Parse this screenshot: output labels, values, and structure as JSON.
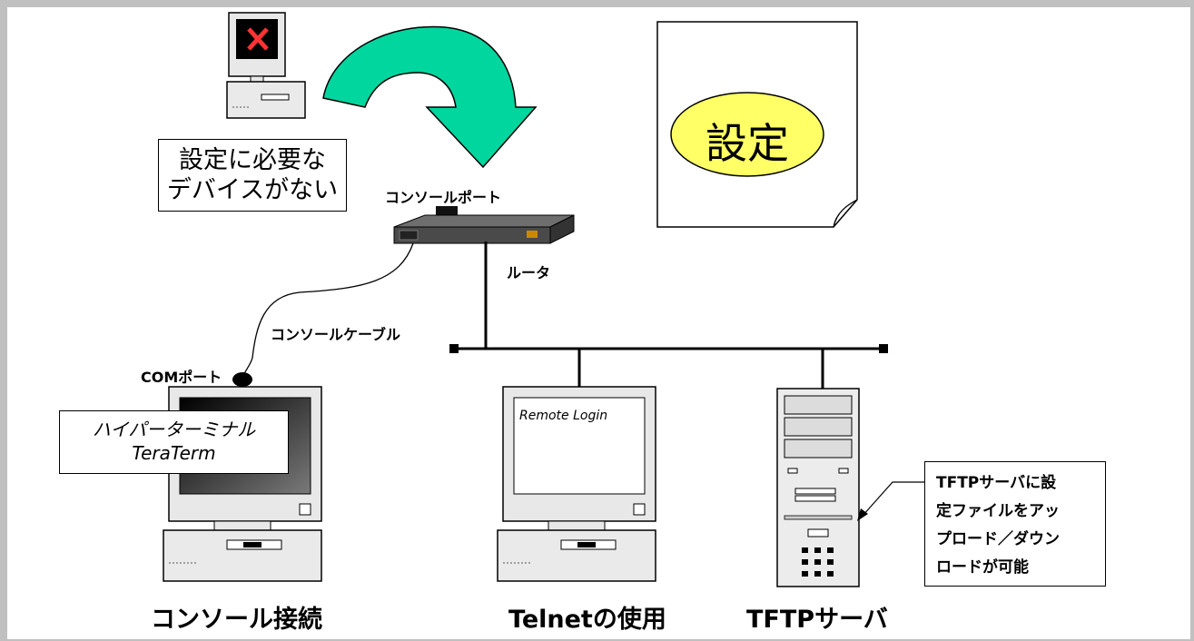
{
  "labels": {
    "no_device": [
      "設定に必要な",
      "デバイスがない"
    ],
    "settings": "設定",
    "console_port": "コンソールポート",
    "router": "ルータ",
    "console_cable": "コンソールケーブル",
    "com_port": "COMポート",
    "terminal_software": [
      "ハイパーターミナル",
      "TeraTerm"
    ],
    "remote_login": "Remote Login",
    "tftp_note": [
      "TFTPサーバに設",
      "定ファイルをアッ",
      "プロード／ダウン",
      "ロードが可能"
    ],
    "caption_console": "コンソール接続",
    "caption_telnet": "Telnetの使用",
    "caption_tftp": "TFTPサーバ"
  },
  "icons": {
    "no_device_pc": "crossed-monitor-pc-icon",
    "arrow": "curved-arrow-icon",
    "document": "document-page-icon",
    "router": "router-icon",
    "pc": "desktop-pc-icon",
    "server": "tower-server-icon"
  },
  "colors": {
    "arrow_fill": "#00d69e",
    "settings_ellipse": "#ffff66",
    "cross": "#ff3333",
    "screen_dark": "#000000"
  }
}
